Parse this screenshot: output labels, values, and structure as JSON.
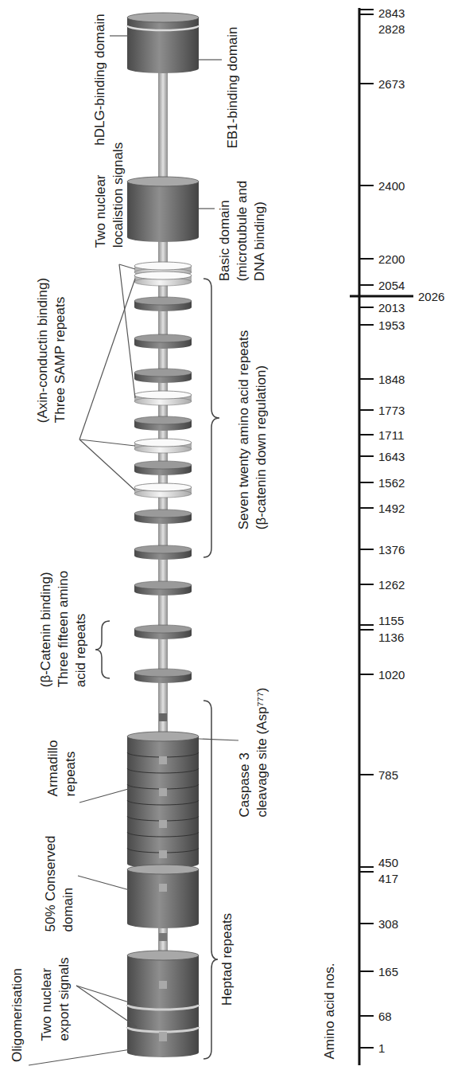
{
  "diagram": {
    "labels": [
      "hDLG-binding domain",
      "EB1-binding domain",
      "Basic domain (microtubule and DNA binding)",
      "Two nuclear localistion signals",
      "(Axin-conductin binding) Three SAMP repeats",
      "Seven twenty amino acid repeats (β-catenin down regulation)",
      "(β-Catenin binding) Three fifteen amino acid repeats",
      "Armadillo repeats",
      "50% Conserved domain",
      "Heptad repeats",
      "Caspase 3 cleavage site (Asp⁷⁷⁷)",
      "Oligomerisation",
      "Two nuclear export signals",
      "Amino acid nos.",
      "2843",
      "2828",
      "2673",
      "2400",
      "2200",
      "2054",
      "2026",
      "2013",
      "1953",
      "1848",
      "1773",
      "1711",
      "1643",
      "1562",
      "1492",
      "1376",
      "1262",
      "1155",
      "1136",
      "1020",
      "785",
      "450",
      "417",
      "308",
      "165",
      "68",
      "1"
    ]
  }
}
